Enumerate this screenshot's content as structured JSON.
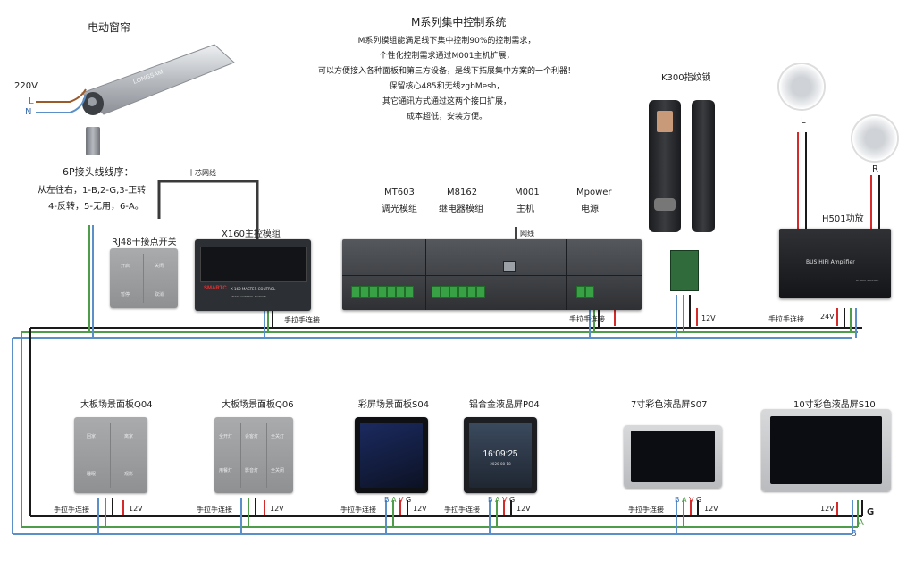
{
  "header": {
    "title": "M系列集中控制系统",
    "description": [
      "M系列模组能满足线下集中控制90%的控制需求，",
      "个性化控制需求通过M001主机扩展，",
      "可以方便接入各种面板和第三方设备，是线下拓展集中方案的一个利器！",
      "保留核心485和无线zgbMesh，",
      "其它通讯方式通过这两个接口扩展，",
      "成本超低，安装方便。"
    ]
  },
  "curtain": {
    "title": "电动窗帘",
    "voltage": "220V",
    "l": "L",
    "n": "N",
    "brand": "LONGSAM"
  },
  "rj_wiring": {
    "title": "6P接头线线序：",
    "line1": "从左往右，1-B,2-G,3-正转",
    "line2": "4-反转，5-无用，6-A。"
  },
  "ten_core": "十芯网线",
  "rj48": {
    "title": "RJ48干接点开关",
    "keys": [
      "开启",
      "关闭",
      "暂停",
      "取消"
    ]
  },
  "x160": {
    "title": "X160主控模组",
    "brand": "SMARTC",
    "model": "X-160 MASTER CONTROL",
    "sub": "SMART CONTROL MODULE"
  },
  "modules": [
    {
      "code": "MT603",
      "name": "调光模组"
    },
    {
      "code": "M8162",
      "name": "继电器模组"
    },
    {
      "code": "M001",
      "name": "主机"
    },
    {
      "code": "Mpower",
      "name": "电源"
    }
  ],
  "network": "网线",
  "lock": {
    "title": "K300指纹锁"
  },
  "speakers": {
    "l": "L",
    "r": "R"
  },
  "amp": {
    "title": "H501功放",
    "label": "BUS HIFI Amplifier",
    "sub": "BT AUX SUPPORT",
    "voltage": "24V"
  },
  "connector": "手拉手连接",
  "v12": "12V",
  "panels": [
    {
      "title": "大板场景面板Q04",
      "keys": [
        "回家",
        "离家",
        "睡眠",
        "观影"
      ]
    },
    {
      "title": "大板场景面板Q06",
      "keys": [
        "全开灯",
        "会客灯",
        "全关灯",
        "用餐灯",
        "影音灯",
        "全关闭"
      ]
    },
    {
      "title": "彩屏场景面板S04"
    },
    {
      "title": "铝合金液晶屏P04",
      "time": "16:09:25",
      "date": "2020-08-18"
    },
    {
      "title": "7寸彩色液晶屏S07"
    },
    {
      "title": "10寸彩色液晶屏S10"
    }
  ],
  "bus_letters": {
    "b": "B",
    "a": "A",
    "v": "V",
    "g": "G"
  },
  "colors": {
    "wire_black": "#1a1a1a",
    "wire_green": "#4f9c4b",
    "wire_blue": "#5a8fc7",
    "wire_red": "#d42a2a",
    "terminal_green": "#39a145"
  }
}
